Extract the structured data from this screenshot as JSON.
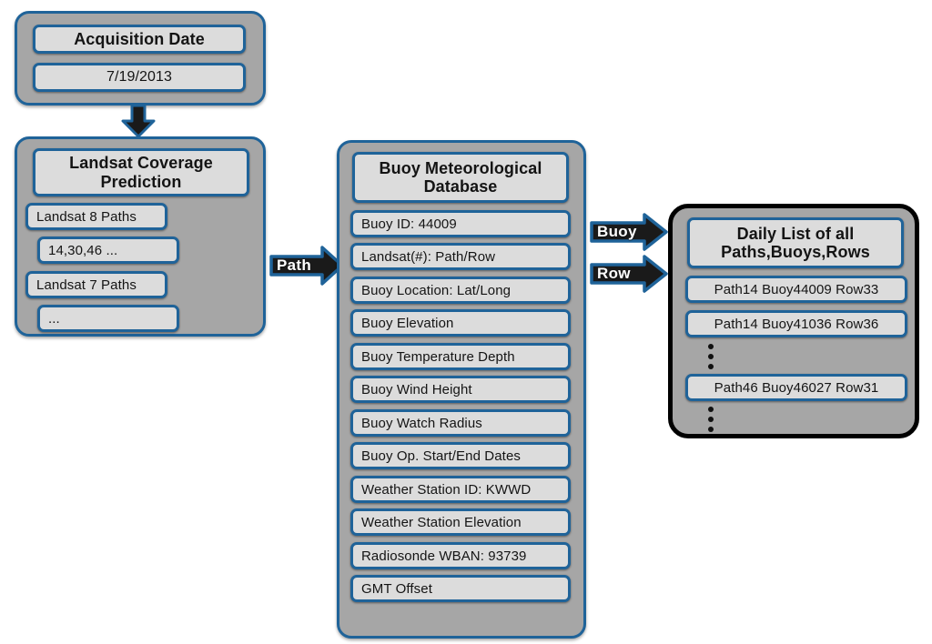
{
  "diagram": {
    "title": "Buoy / Landsat data-flow diagram",
    "colors": {
      "panel_fill": "#a6a6a6",
      "item_fill": "#dcdcdc",
      "accent_blue": "#1f6399",
      "arrow_fill": "#1a1a1a",
      "outline_black": "#000000",
      "background": "#ffffff",
      "text": "#141414",
      "arrow_text": "#ffffff"
    }
  },
  "acquisition": {
    "title": "Acquisition Date",
    "value": "7/19/2013"
  },
  "landsat": {
    "title_line1": "Landsat Coverage",
    "title_line2": "Prediction",
    "items": [
      {
        "label": "Landsat 8 Paths",
        "indent": 0
      },
      {
        "label": "14,30,46 ...",
        "indent": 1
      },
      {
        "label": "Landsat 7 Paths",
        "indent": 0
      },
      {
        "label": "...",
        "indent": 1
      }
    ]
  },
  "buoy_db": {
    "title_line1": "Buoy Meteorological",
    "title_line2": "Database",
    "items": [
      "Buoy ID: 44009",
      "Landsat(#): Path/Row",
      "Buoy Location:  Lat/Long",
      "Buoy Elevation",
      "Buoy Temperature  Depth",
      "Buoy Wind Height",
      "Buoy Watch Radius",
      "Buoy Op. Start/End Dates",
      "Weather Station ID: KWWD",
      "Weather Station  Elevation",
      "Radiosonde WBAN: 93739",
      "GMT  Offset"
    ]
  },
  "daily_list": {
    "title_line1": "Daily List of all",
    "title_line2": "Paths,Buoys,Rows",
    "rows": [
      "Path14 Buoy44009 Row33",
      "Path14 Buoy41036 Row36",
      "Path46 Buoy46027 Row31"
    ],
    "ellipsis_symbol": "⋮"
  },
  "arrows": {
    "down_from_acquisition": "",
    "path": "Path",
    "buoy": "Buoy",
    "row": "Row"
  }
}
